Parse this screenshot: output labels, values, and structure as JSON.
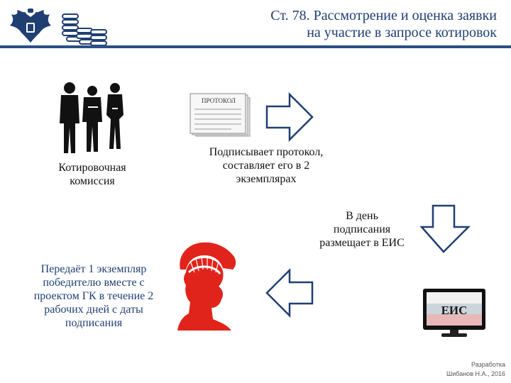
{
  "header": {
    "title_line1": "Ст. 78. Рассмотрение и оценка заявки",
    "title_line2": "на участие в запросе котировок"
  },
  "steps": {
    "commission": {
      "line1": "Котировочная",
      "line2": "комиссия"
    },
    "protocol_doc_label": "ПРОТОКОЛ",
    "signs": {
      "line1": "Подписывает протокол,",
      "line2": "составляет его в 2",
      "line3": "экземплярах"
    },
    "publishes": {
      "line1": "В день",
      "line2": "подписания",
      "line3": "размещает в ЕИС"
    },
    "eis_screen_label": "ЕИС",
    "transfers": {
      "line1": "Передаёт 1 экземпляр",
      "line2": "победителю вместе с",
      "line3": "проектом ГК в течение 2",
      "line4": "рабочих дней с даты",
      "line5": "подписания"
    }
  },
  "footer": {
    "line1": "Разработка",
    "line2": "Шибанов Н.А., 2016"
  },
  "colors": {
    "accent": "#1f3f73",
    "winner_red": "#e0241c",
    "arrow_stroke": "#1f3f73"
  }
}
